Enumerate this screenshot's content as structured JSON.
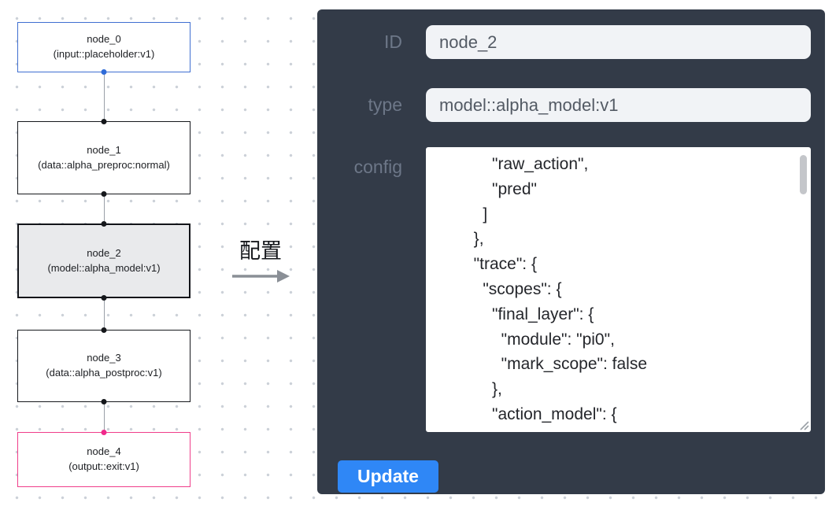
{
  "canvas": {
    "nodes": [
      {
        "label": "node_0",
        "type": "(input::placeholder:v1)",
        "variant": "input"
      },
      {
        "label": "node_1",
        "type": "(data::alpha_preproc:normal)",
        "variant": "default"
      },
      {
        "label": "node_2",
        "type": "(model::alpha_model:v1)",
        "variant": "selected"
      },
      {
        "label": "node_3",
        "type": "(data::alpha_postproc:v1)",
        "variant": "default"
      },
      {
        "label": "node_4",
        "type": "(output::exit:v1)",
        "variant": "output"
      }
    ],
    "colors": {
      "input_node_border": "#3f6fd1",
      "output_node_border": "#ef3e8a",
      "selected_node_fill": "#e9eaec",
      "port_default": "#15171b",
      "port_input": "#2f6bd8",
      "port_output": "#f0298b"
    }
  },
  "transition": {
    "label": "配置"
  },
  "panel": {
    "bg": "#333b48",
    "accent": "#2f87f6",
    "fields": [
      {
        "label": "ID",
        "value": "node_2"
      },
      {
        "label": "type",
        "value": "model::alpha_model:v1"
      }
    ],
    "config": {
      "label": "config",
      "value": "            \"raw_action\",\n            \"pred\"\n          ]\n        },\n        \"trace\": {\n          \"scopes\": {\n            \"final_layer\": {\n              \"module\": \"pi0\",\n              \"mark_scope\": false\n            },\n            \"action_model\": {"
    },
    "update_label": "Update"
  }
}
